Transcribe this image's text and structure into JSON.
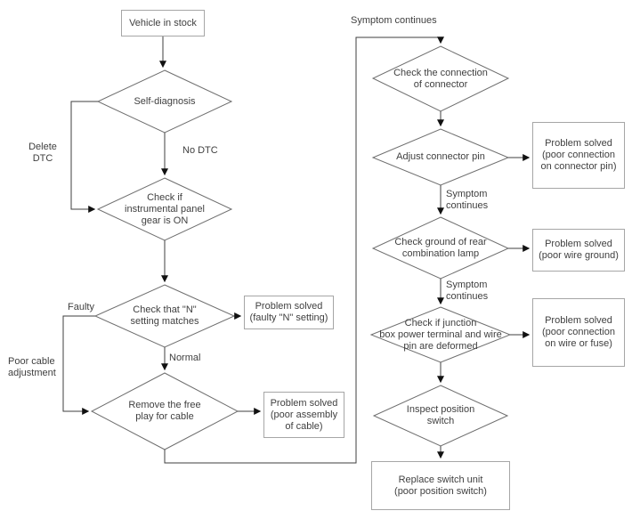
{
  "diagram": {
    "type": "flowchart",
    "colors": {
      "background": "#ffffff",
      "flow_line": "#3f3f3f",
      "diamond_stroke": "#6e6e6e",
      "rect_border": "#a6a6a6",
      "arrowhead": "#111111",
      "text": "#3f3f3f"
    }
  },
  "nodes": {
    "vehicle_in_stock": "Vehicle in stock",
    "self_diagnosis": "Self-diagnosis",
    "check_panel": "Check if\ninstrumental panel\ngear is ON",
    "check_n": "Check that \"N\"\nsetting matches",
    "solved_n": "Problem solved\n(faulty \"N\" setting)",
    "remove_free_play": "Remove the free\nplay for cable",
    "solved_cable": "Problem solved\n(poor assembly\nof cable)",
    "check_connector": "Check the connection\nof connector",
    "adjust_pin": "Adjust connector pin",
    "solved_pin": "Problem solved\n(poor connection\non connector pin)",
    "check_ground": "Check ground of rear\ncombination lamp",
    "solved_ground": "Problem solved\n(poor wire ground)",
    "check_junction": "Check if junction\nbox power terminal and wire\npin are deformed",
    "solved_fuse": "Problem solved\n(poor connection\non wire or fuse)",
    "inspect_switch": "Inspect position\nswitch",
    "replace_switch": "Replace switch unit\n(poor position switch)"
  },
  "edge_labels": {
    "delete_dtc": "Delete\nDTC",
    "no_dtc": "No DTC",
    "faulty": "Faulty",
    "normal": "Normal",
    "poor_cable": "Poor cable\nadjustment",
    "symptom_top": "Symptom continues",
    "symptom_1": "Symptom\ncontinues",
    "symptom_2": "Symptom\ncontinues"
  }
}
